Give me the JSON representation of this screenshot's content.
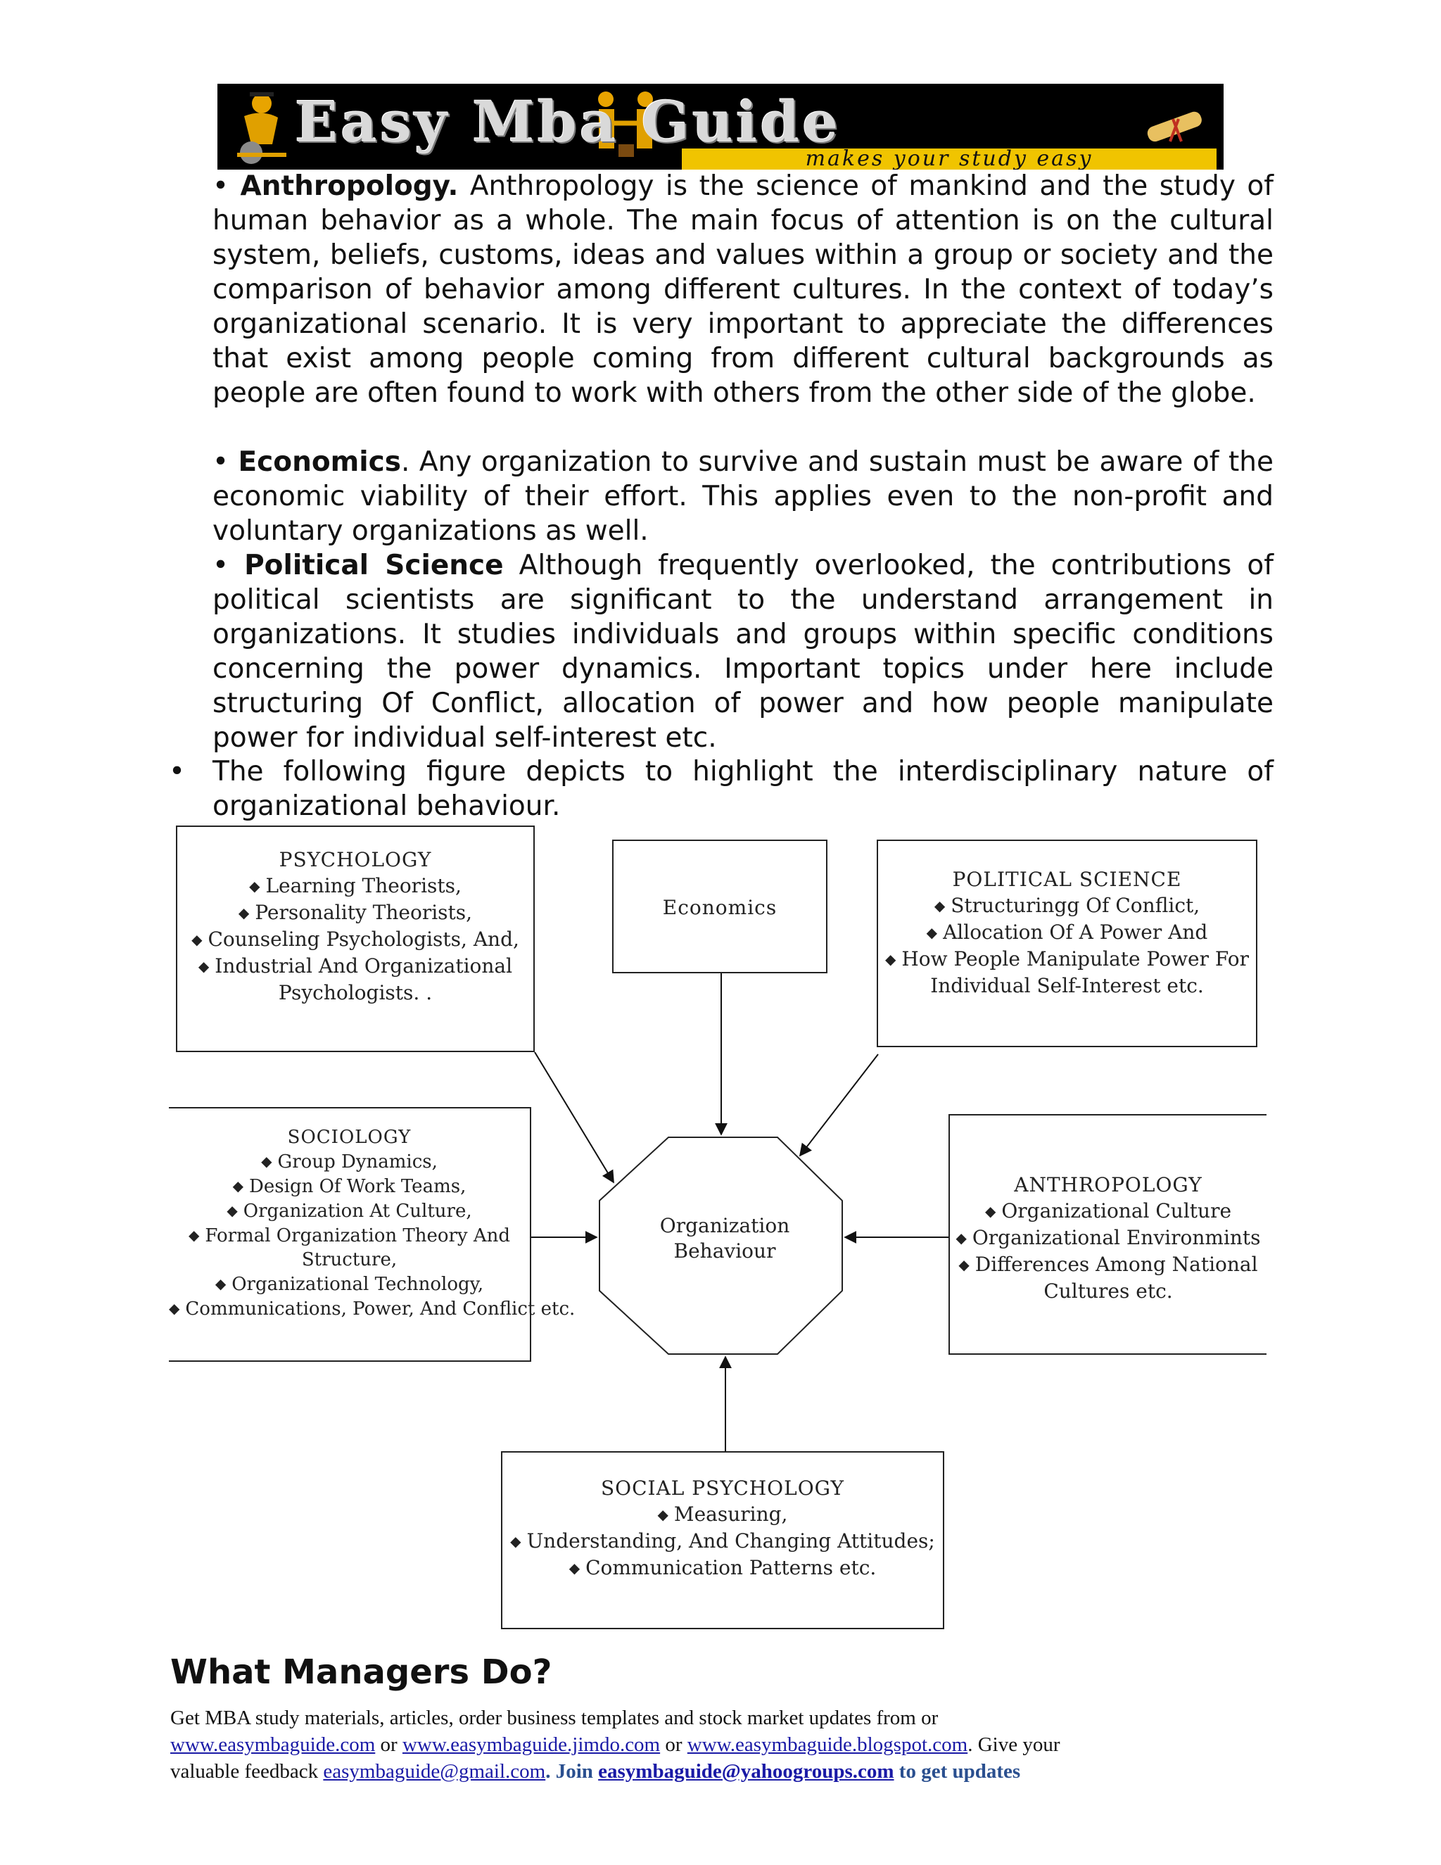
{
  "banner": {
    "title": "Easy Mba Guide",
    "tagline": "makes your study easy"
  },
  "paragraphs": {
    "anthropology": {
      "bullet": "•",
      "term": "Anthropology.",
      "text": " Anthropology is the science of mankind and the study of human behavior as a whole. The main focus of attention is on the cultural system, beliefs, customs, ideas and values within a group or society and the comparison of behavior among different cultures. In the context of today’s organizational scenario. It is very important to appreciate the differences that exist among people coming from different cultural backgrounds as people are often found to work with others from the other side of the globe."
    },
    "economics": {
      "bullet": "•",
      "term": "Economics",
      "text": ". Any organization to survive and sustain must be aware of the economic viability of their effort. This applies even to the non-profit and voluntary organizations as well."
    },
    "political": {
      "bullet": "•",
      "term": "Political Science",
      "text": " Although frequently overlooked, the contributions of political scientists are significant to the understand arrangement in organizations. It studies individuals and groups within specific conditions concerning the power dynamics. Important topics under here include structuring Of Conflict, allocation of power and how people manipulate power for individual self-interest etc."
    },
    "figure_intro": {
      "bullet": "•",
      "text": "The following figure depicts to highlight the interdisciplinary nature of organizational behaviour."
    }
  },
  "diagram": {
    "center": [
      "Organization",
      "Behaviour"
    ],
    "psychology": {
      "title": "PSYCHOLOGY",
      "items": [
        "Learning Theorists,",
        "Personality Theorists,",
        "Counseling Psychologists, And,",
        "Industrial And Organizational"
      ],
      "continuation": "Psychologists. ."
    },
    "economics": {
      "title": "Economics"
    },
    "political_science": {
      "title": "POLITICAL SCIENCE",
      "items": [
        "Structuringg Of Conflict,",
        "Allocation Of A Power And",
        "How People Manipulate Power For"
      ],
      "continuation": "Individual Self-Interest etc."
    },
    "sociology": {
      "title": "SOCIOLOGY",
      "items": [
        "Group Dynamics,",
        "Design Of Work Teams,",
        "Organization At Culture,",
        "Formal Organization Theory And"
      ],
      "continuation": "Structure,",
      "items2": [
        "Organizational Technology,",
        "Communications, Power, And Conflict etc."
      ]
    },
    "anthropology": {
      "title": "ANTHROPOLOGY",
      "items": [
        "Organizational Culture",
        "Organizational Environmints",
        "Differences Among National"
      ],
      "continuation": "Cultures  etc."
    },
    "social_psychology": {
      "title": "SOCIAL PSYCHOLOGY",
      "items": [
        "Measuring,",
        "Understanding, And Changing Attitudes;",
        "Communication Patterns etc."
      ]
    }
  },
  "section_heading": "What Managers Do?",
  "footer": {
    "line1": "Get MBA study materials, articles, order business templates and stock market updates from or",
    "link1": "www.easymbaguide.com",
    "or1": " or ",
    "link2": "www.easymbaguide.jimdo.com",
    "or2": "  or ",
    "link3": "www.easymbaguide.blogspot.com",
    "after_links": ". Give your",
    "feedback_label": "valuable feedback ",
    "email": "easymbaguide@gmail.com",
    "join_prefix": ". Join ",
    "group_email": "easymbaguide@yahoogroups.com",
    "join_suffix": " to get updates"
  }
}
